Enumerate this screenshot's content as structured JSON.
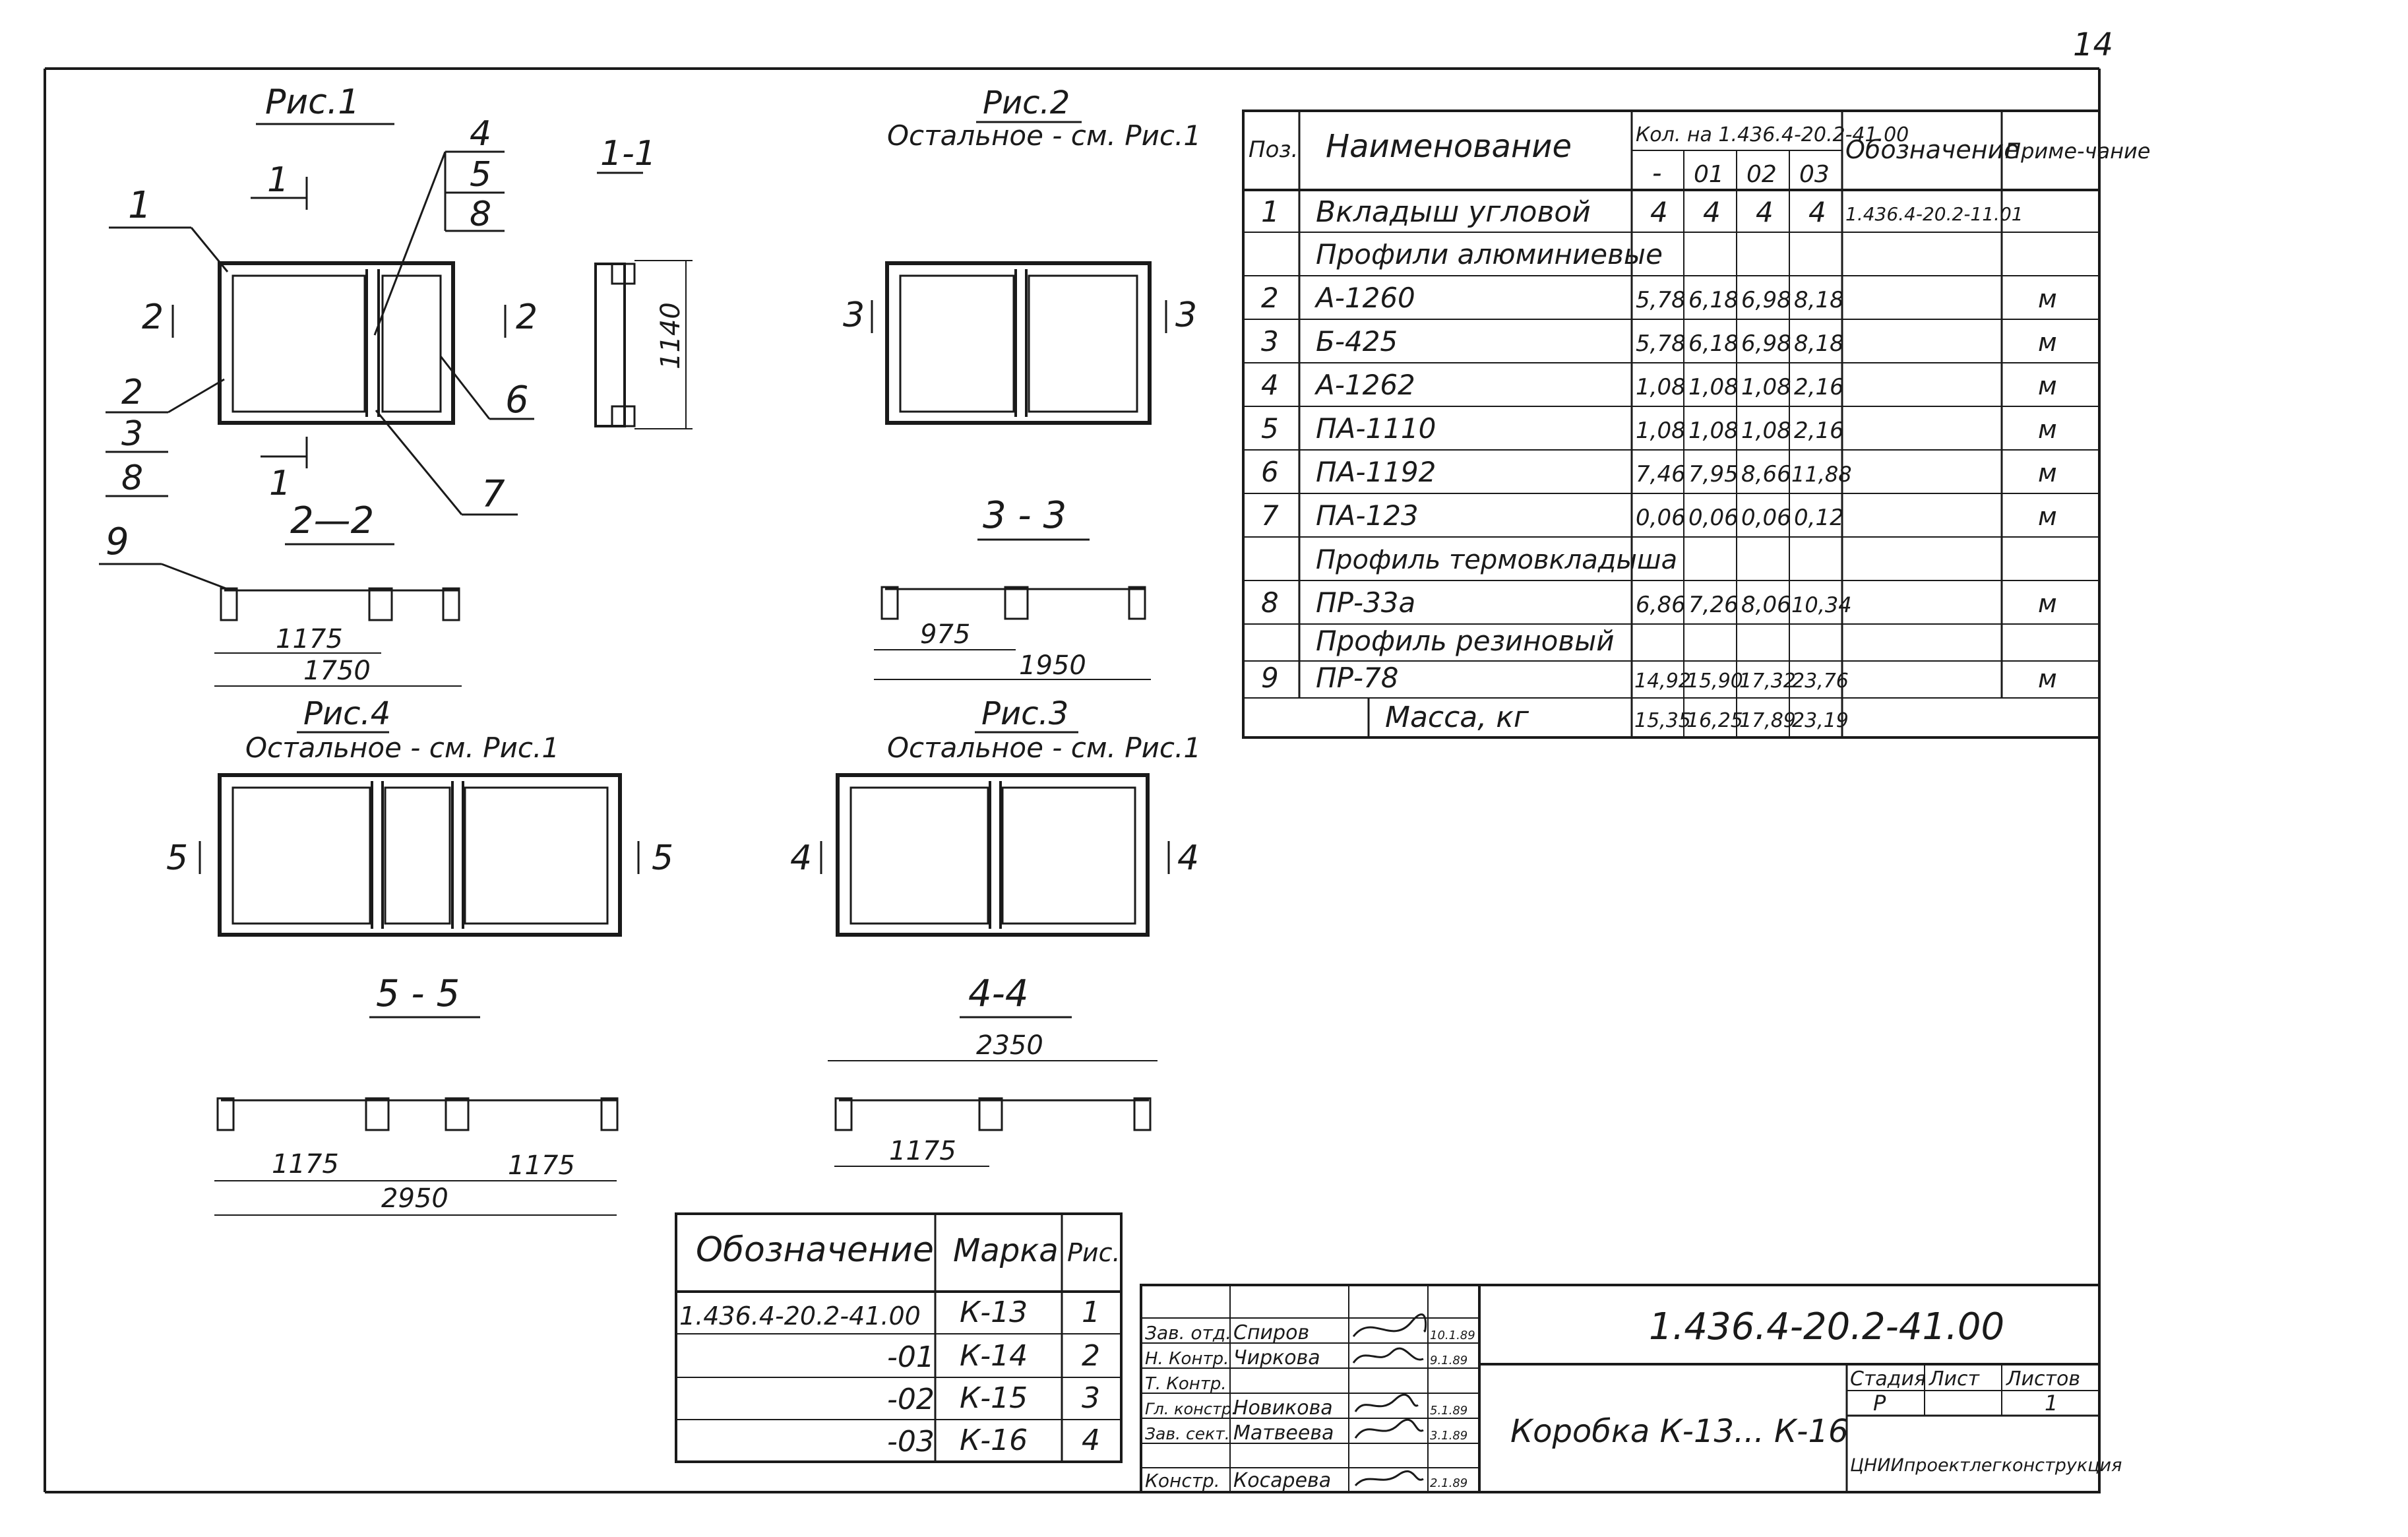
{
  "sheet_number": "14",
  "figures": {
    "fig1": {
      "title": "Рис.1"
    },
    "fig2": {
      "title": "Рис.2",
      "note": "Остальное - см. Рис.1"
    },
    "fig3": {
      "title": "Рис.3",
      "note": "Остальное - см. Рис.1"
    },
    "fig4": {
      "title": "Рис.4",
      "note": "Остальное - см. Рис.1"
    }
  },
  "callouts": {
    "c1": "1",
    "c2": "2",
    "c3": "3",
    "c4": "4",
    "c5": "5",
    "c6": "6",
    "c7": "7",
    "c8": "8",
    "c8b": "8",
    "c9": "9",
    "cut1a": "1",
    "cut1b": "1",
    "cut2a": "2",
    "cut2b": "2",
    "cut3a": "3",
    "cut3b": "3",
    "cut4a": "4",
    "cut4b": "4",
    "cut5a": "5",
    "cut5b": "5"
  },
  "sections": {
    "s11": "1-1",
    "s22": "2—2",
    "s33": "3 - 3",
    "s44": "4-4",
    "s55": "5 - 5"
  },
  "dimensions": {
    "d1140": "1140",
    "d1175a": "1175",
    "d1750": "1750",
    "d975": "975",
    "d1950": "1950",
    "d2350": "2350",
    "d1175b": "1175",
    "d1175c": "1175",
    "d1175d": "1175",
    "d2950": "2950"
  },
  "spec": {
    "headers": {
      "pos": "Поз.",
      "name": "Наименование",
      "qty_group": "Кол. на 1.436.4-20.2-41.00",
      "qty_cols": [
        "-",
        "01",
        "02",
        "03"
      ],
      "designation": "Обозначение",
      "note": "Приме-чание"
    },
    "rows": [
      {
        "pos": "1",
        "name": "Вкладыш угловой",
        "q": [
          "4",
          "4",
          "4",
          "4"
        ],
        "des": "1.436.4-20.2-11.01",
        "note": ""
      },
      {
        "pos": "",
        "name": "Профили алюминиевые",
        "q": [
          "",
          "",
          "",
          ""
        ],
        "des": "",
        "note": ""
      },
      {
        "pos": "2",
        "name": "А-1260",
        "q": [
          "5,78",
          "6,18",
          "6,98",
          "8,18"
        ],
        "des": "",
        "note": "м"
      },
      {
        "pos": "3",
        "name": "Б-425",
        "q": [
          "5,78",
          "6,18",
          "6,98",
          "8,18"
        ],
        "des": "",
        "note": "м"
      },
      {
        "pos": "4",
        "name": "А-1262",
        "q": [
          "1,08",
          "1,08",
          "1,08",
          "2,16"
        ],
        "des": "",
        "note": "м"
      },
      {
        "pos": "5",
        "name": "ПА-1110",
        "q": [
          "1,08",
          "1,08",
          "1,08",
          "2,16"
        ],
        "des": "",
        "note": "м"
      },
      {
        "pos": "6",
        "name": "ПА-1192",
        "q": [
          "7,46",
          "7,95",
          "8,66",
          "11,88"
        ],
        "des": "",
        "note": "м"
      },
      {
        "pos": "7",
        "name": "ПА-123",
        "q": [
          "0,06",
          "0,06",
          "0,06",
          "0,12"
        ],
        "des": "",
        "note": "м"
      },
      {
        "pos": "",
        "name": "Профиль термовкладыша",
        "q": [
          "",
          "",
          "",
          ""
        ],
        "des": "",
        "note": ""
      },
      {
        "pos": "8",
        "name": "ПР-33а",
        "q": [
          "6,86",
          "7,26",
          "8,06",
          "10,34"
        ],
        "des": "",
        "note": "м"
      },
      {
        "pos": "",
        "name": "Профиль резиновый",
        "q": [
          "",
          "",
          "",
          ""
        ],
        "des": "",
        "note": ""
      },
      {
        "pos": "9",
        "name": "ПР-78",
        "q": [
          "14,92",
          "15,90",
          "17,32",
          "23,76"
        ],
        "des": "",
        "note": "м"
      }
    ],
    "mass": {
      "label": "Масса, кг",
      "q": [
        "15,35",
        "16,25",
        "17,89",
        "23,19"
      ]
    }
  },
  "marks": {
    "headers": {
      "designation": "Обозначение",
      "mark": "Марка",
      "fig": "Рис."
    },
    "rows": [
      {
        "des": "1.436.4-20.2-41.00",
        "mark": "К-13",
        "fig": "1"
      },
      {
        "des": "-01",
        "mark": "К-14",
        "fig": "2"
      },
      {
        "des": "-02",
        "mark": "К-15",
        "fig": "3"
      },
      {
        "des": "-03",
        "mark": "К-16",
        "fig": "4"
      }
    ]
  },
  "title_block": {
    "doc_number": "1.436.4-20.2-41.00",
    "product": "Коробка К-13... К-16",
    "stage_label": "Стадия",
    "sheet_label": "Лист",
    "sheets_label": "Листов",
    "stage": "Р",
    "sheet": "",
    "sheets": "1",
    "org": "ЦНИИпроектлегконструкция",
    "roles": [
      {
        "role": "Зав. отд.",
        "name": "Спиров",
        "date": "10.1.89"
      },
      {
        "role": "Н. Контр.",
        "name": "Чиркова",
        "date": "9.1.89"
      },
      {
        "role": "Т. Контр.",
        "name": "",
        "date": ""
      },
      {
        "role": "Гл. констр.",
        "name": "Новикова",
        "date": "5.1.89"
      },
      {
        "role": "Зав. сект.",
        "name": "Матвеева",
        "date": "3.1.89"
      },
      {
        "role": "Констр.",
        "name": "Косарева",
        "date": "2.1.89"
      }
    ]
  }
}
